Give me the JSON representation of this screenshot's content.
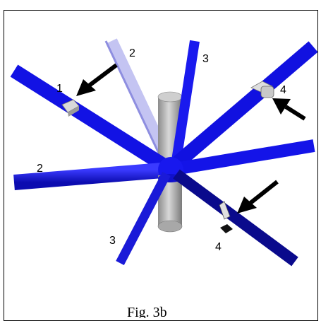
{
  "labels": {
    "l1": "1",
    "l2_top": "2",
    "l3_top": "3",
    "l4_right": "4",
    "l2_left": "2",
    "l3_bottom": "3",
    "l4_bottom": "4"
  },
  "caption": "Fig. 3b",
  "colors": {
    "beam": "#1414e6",
    "beam_light": "#b8b8f0",
    "beam_dark": "#0a0a99",
    "pole": "#b0b0b0",
    "arrow": "#000000",
    "clamp": "#d9d9d9"
  }
}
